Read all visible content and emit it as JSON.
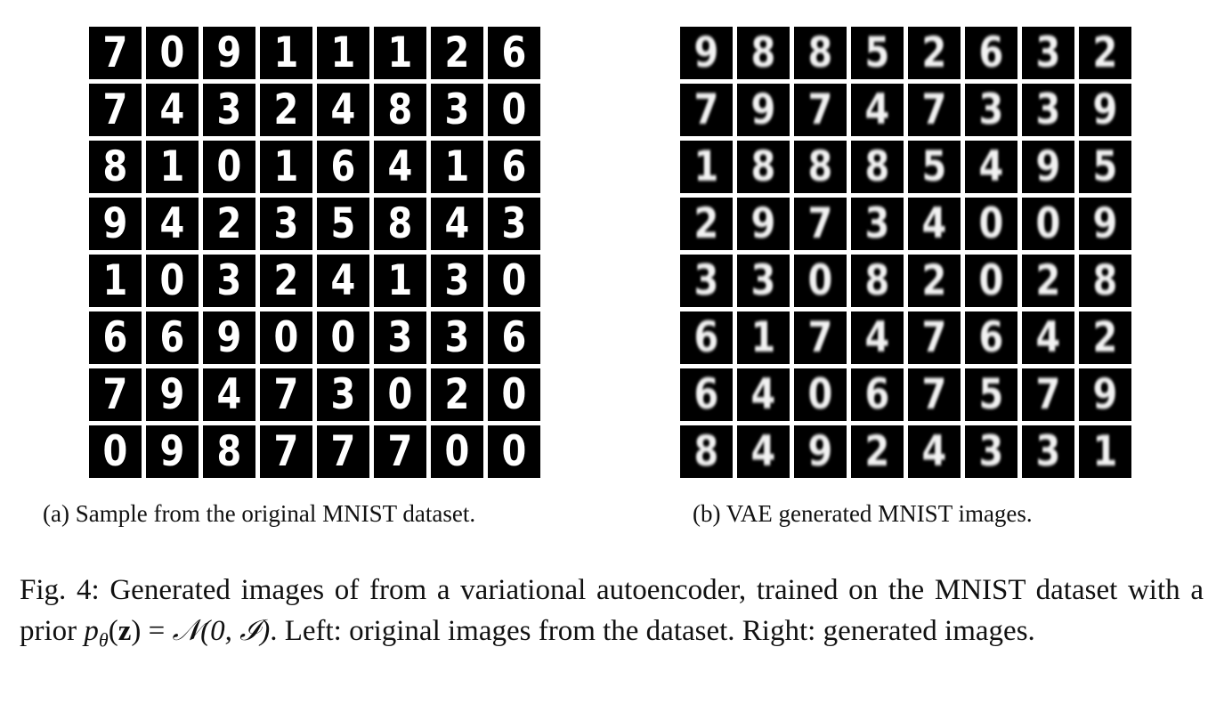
{
  "figure": {
    "panel_a": {
      "caption": "(a) Sample from the original MNIST dataset.",
      "digits": [
        [
          "7",
          "0",
          "9",
          "1",
          "1",
          "1",
          "2",
          "6"
        ],
        [
          "7",
          "4",
          "3",
          "2",
          "4",
          "8",
          "3",
          "0"
        ],
        [
          "8",
          "1",
          "0",
          "1",
          "6",
          "4",
          "1",
          "6"
        ],
        [
          "9",
          "4",
          "2",
          "3",
          "5",
          "8",
          "4",
          "3"
        ],
        [
          "1",
          "0",
          "3",
          "2",
          "4",
          "1",
          "3",
          "0"
        ],
        [
          "6",
          "6",
          "9",
          "0",
          "0",
          "3",
          "3",
          "6"
        ],
        [
          "7",
          "9",
          "4",
          "7",
          "3",
          "0",
          "2",
          "0"
        ],
        [
          "0",
          "9",
          "8",
          "7",
          "7",
          "7",
          "0",
          "0"
        ]
      ]
    },
    "panel_b": {
      "caption": "(b) VAE generated MNIST images.",
      "digits": [
        [
          "9",
          "8",
          "8",
          "5",
          "2",
          "6",
          "3",
          "2"
        ],
        [
          "7",
          "9",
          "7",
          "4",
          "7",
          "3",
          "3",
          "9"
        ],
        [
          "1",
          "8",
          "8",
          "8",
          "5",
          "4",
          "9",
          "5"
        ],
        [
          "2",
          "9",
          "7",
          "3",
          "4",
          "0",
          "0",
          "9"
        ],
        [
          "3",
          "3",
          "0",
          "8",
          "2",
          "0",
          "2",
          "8"
        ],
        [
          "6",
          "1",
          "7",
          "4",
          "7",
          "6",
          "4",
          "2"
        ],
        [
          "6",
          "4",
          "0",
          "6",
          "7",
          "5",
          "7",
          "9"
        ],
        [
          "8",
          "4",
          "9",
          "2",
          "4",
          "3",
          "3",
          "1"
        ]
      ]
    },
    "caption": {
      "prefix": "Fig. 4: Generated images of from a variational autoencoder, trained on the MNIST dataset with a prior ",
      "math_p": "p",
      "math_theta": "θ",
      "math_z_open": "(",
      "math_z": "z",
      "math_z_close": ")",
      "math_eq": " = ",
      "math_N": "𝒩",
      "math_args": "(0, ℐ)",
      "suffix": ". Left: original images from the dataset. Right: generated images."
    }
  }
}
